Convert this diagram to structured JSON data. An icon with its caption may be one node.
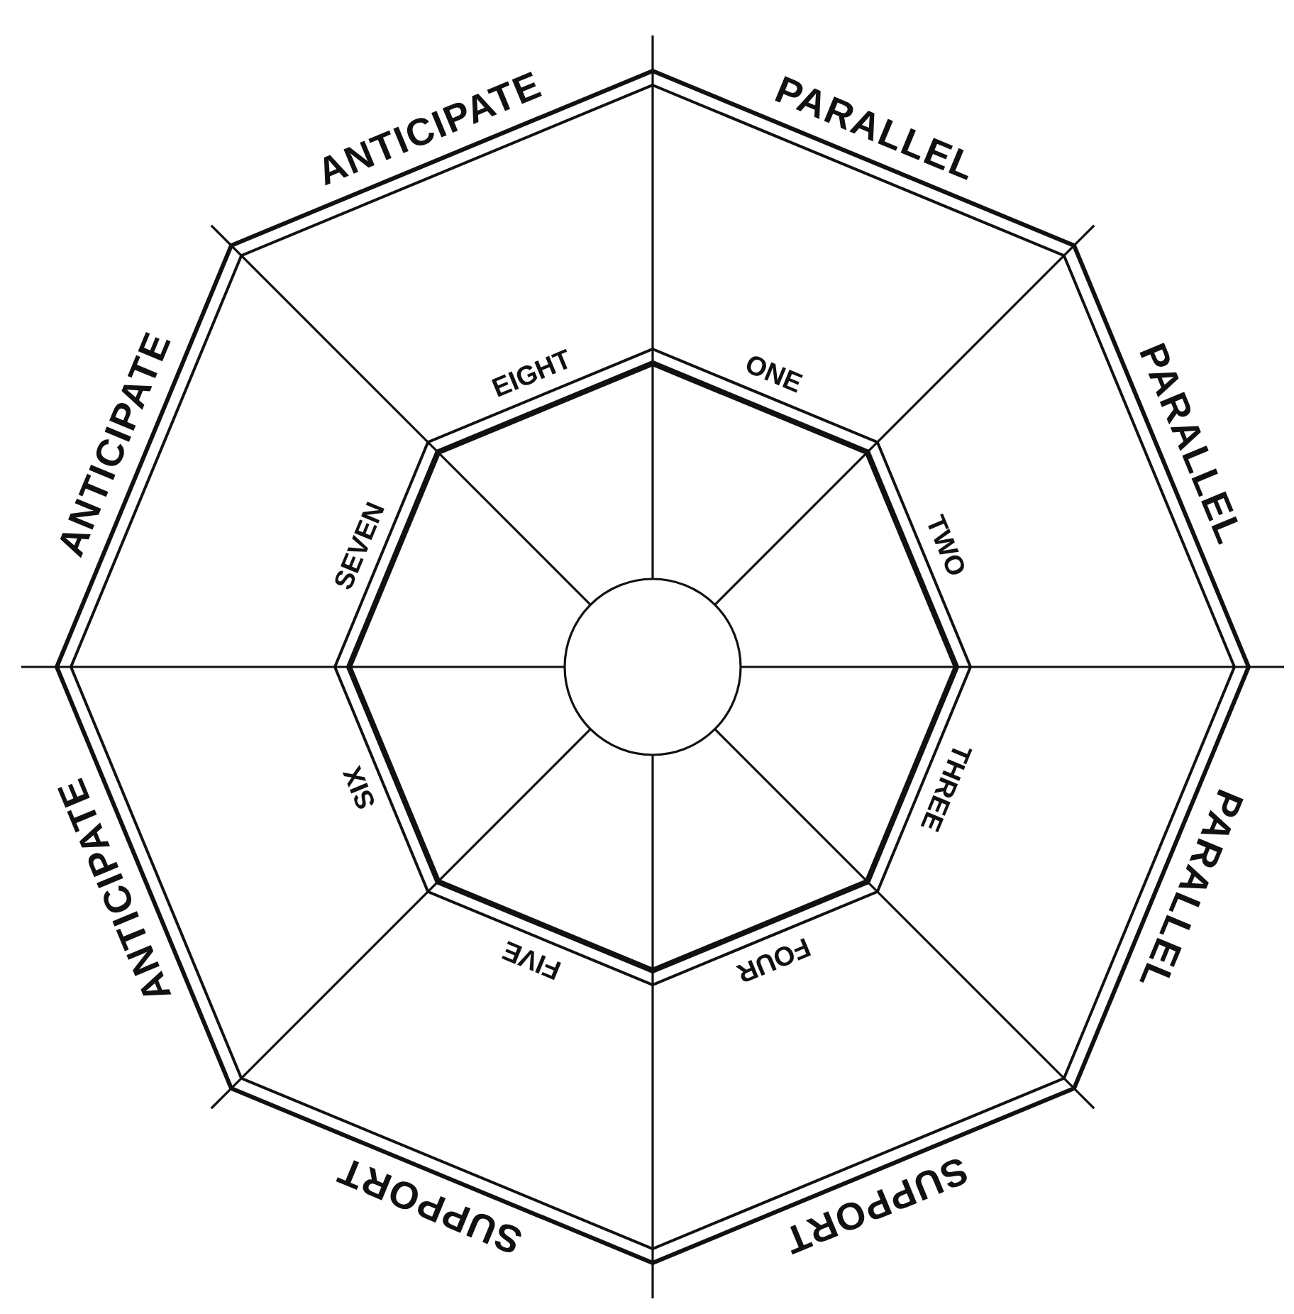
{
  "diagram": {
    "labels": [
      "ANTICIPATE",
      "PARALLEL",
      "ANTICIPATE",
      "EIGHT",
      "ONE",
      "PARALLEL",
      "SEVEN",
      "TWO",
      "SIX",
      "THREE",
      "ANTICIPATE",
      "PARALLEL",
      "FIVE",
      "FOUR",
      "SUPPORT",
      "SUPPORT"
    ]
  }
}
